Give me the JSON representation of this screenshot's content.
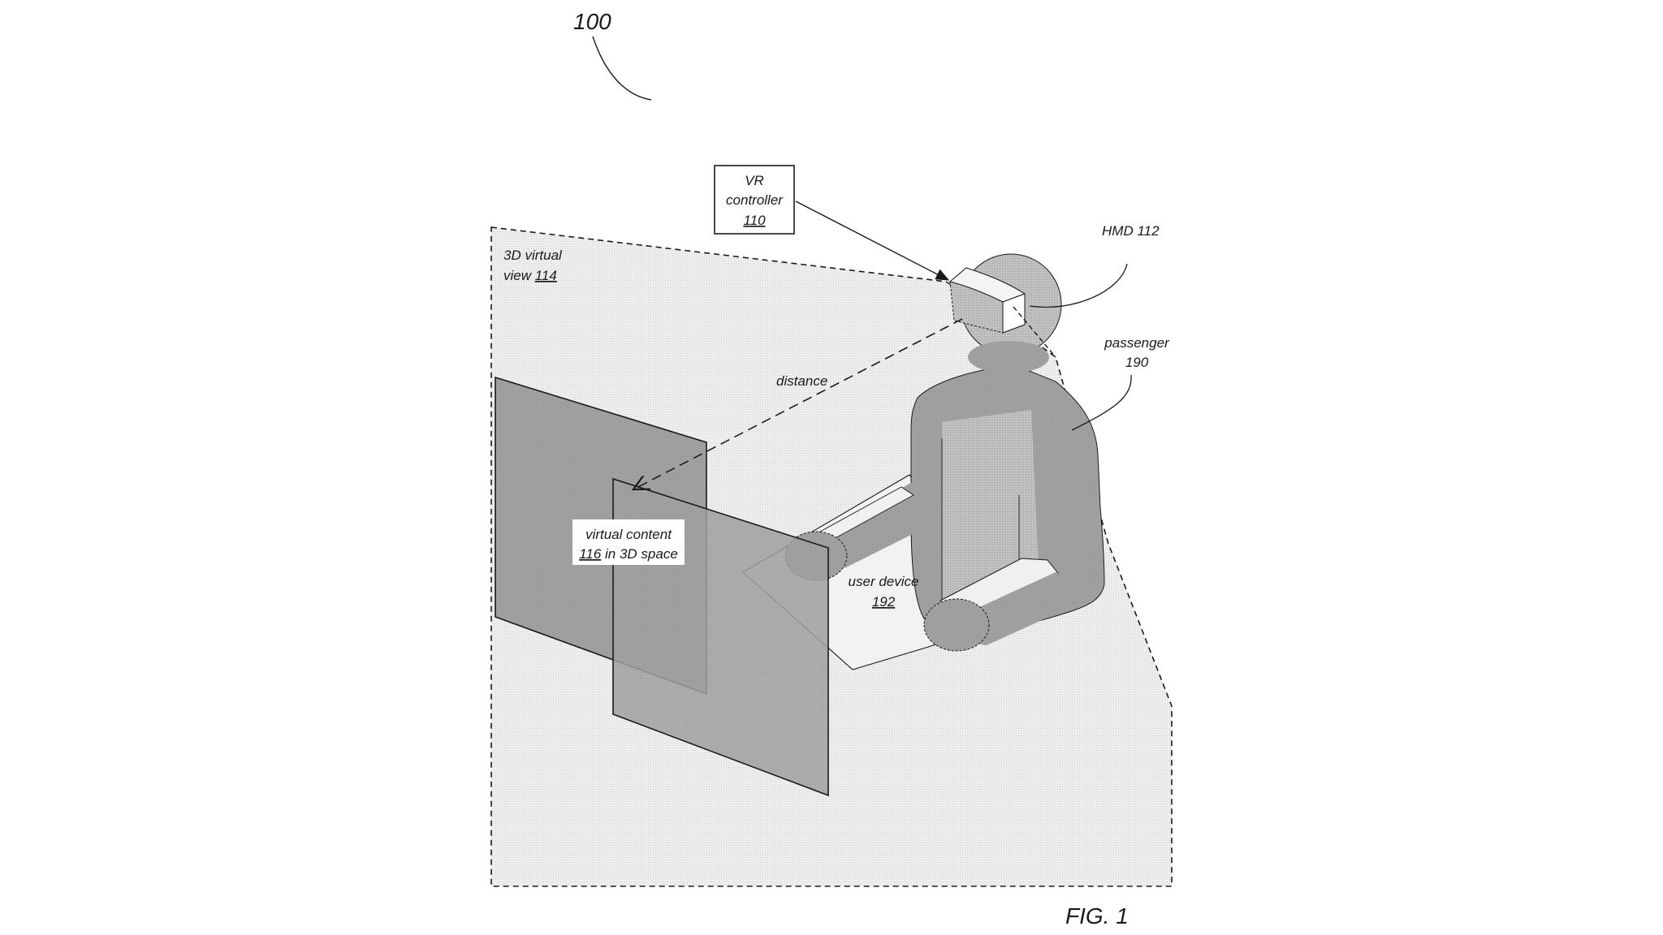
{
  "figure": {
    "reference_number": "100",
    "caption": "FIG. 1"
  },
  "labels": {
    "vr_controller": {
      "line1": "VR",
      "line2": "controller",
      "ref": "110"
    },
    "hmd": {
      "text": "HMD 112"
    },
    "virtual_view": {
      "line1": "3D virtual",
      "line2_text": "view ",
      "ref": "114"
    },
    "passenger": {
      "line1": "passenger",
      "line2": "190"
    },
    "distance": {
      "text": "distance"
    },
    "virtual_content": {
      "line1": "virtual content",
      "ref": "116",
      "line2_text": " in 3D space"
    },
    "user_device": {
      "line1": "user device",
      "ref": "192"
    }
  },
  "colors": {
    "line": "#1a1a1a",
    "view_fill": "#e6e6e6",
    "panel_fill": "#b9b9b9",
    "body_fill": "#bdbdbd",
    "body_dark": "#a9a9a9",
    "light_fill": "#ededed"
  }
}
